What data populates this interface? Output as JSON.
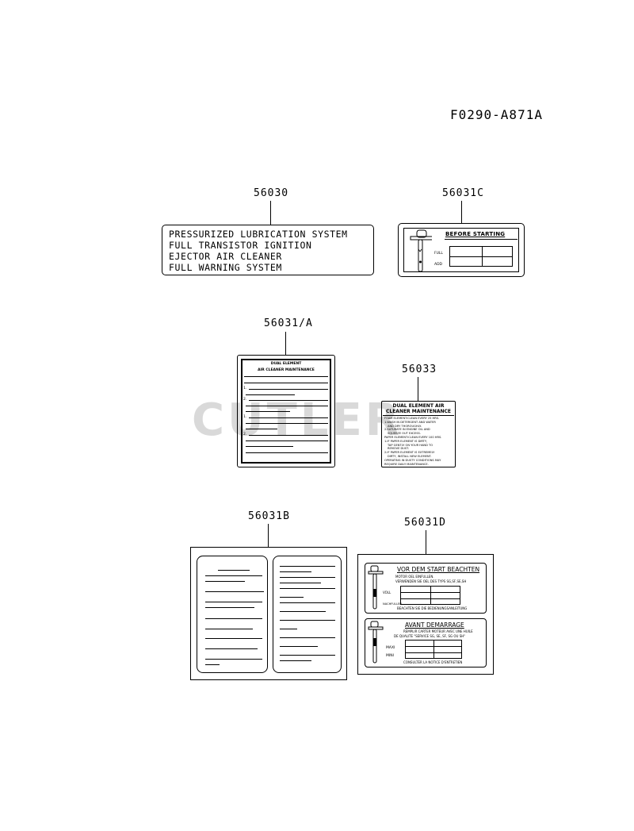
{
  "figure_code": "F0290-A871A",
  "watermark": "CUTLER",
  "labels": {
    "56030": {
      "part_no": "56030",
      "lines": [
        "PRESSURIZED LUBRICATION SYSTEM",
        "FULL TRANSISTOR IGNITION",
        "EJECTOR AIR CLEANER",
        "FULL WARNING SYSTEM"
      ]
    },
    "56031C": {
      "part_no": "56031C",
      "title": "BEFORE STARTING",
      "full": "FULL",
      "add": "ADD"
    },
    "56031A": {
      "part_no": "56031/A",
      "title1": "DUAL ELEMENT",
      "title2": "AIR CLEANER MAINTENANCE",
      "steps": [
        "1.",
        "2.",
        "1.",
        "2."
      ]
    },
    "56033": {
      "part_no": "56033",
      "title1": "DUAL ELEMENT AIR",
      "title2": "CLEANER MAINTENANCE",
      "lines": [
        "FOAM ELEMENT:CLEAN EVERY 25 HRS.",
        "1.WASH IN DETERGENT AND WATER",
        "AND DRY THOROUGHLY.",
        "2.SATURATE IN ENGINE OIL AND",
        "SQUEEZE OUT EXCESS.",
        "PAPER ELEMENT:CLEAN EVERY 100 HRS.",
        "1.IF PAPER ELEMENT IS DIRTY,",
        "TAP GENTLY ON YOUR HAND TO",
        "REMOVE DUST.",
        "2.IF PAPER ELEMENT IS EXTREMELY",
        "DIRTY, INSTALL NEW ELEMENT.",
        "OPERATING IN DUSTY CONDITIONS MAY",
        "REQUIRE DAILY MAINTENANCE."
      ]
    },
    "56031B": {
      "part_no": "56031B"
    },
    "56031D": {
      "part_no": "56031D",
      "de_title": "VOR DEM START BEACHTEN",
      "de_line1": "MOTOR OEL EINFULLEN.",
      "de_line2": "VERWENDEN SIE OEL DES TYPS SG,SF,SE,SH",
      "de_voll": "VOLL",
      "de_nachfullen": "NACHFULLEN",
      "de_footer": "BEACHTEN SIE DIE BEDIENUNGSANLEITUNG",
      "fr_title": "AVANT DEMARRAGE",
      "fr_line1": "REMPLIR CARTER MOTEUR AVEC UNE HUILE",
      "fr_line2": "DE QUALITE \"SERVICE SG, SE, SF, SG OU SH\"",
      "fr_maxi": "MAXI",
      "fr_mini": "MINI",
      "fr_footer": "CONSULTER LA NOTICE D'ENTRETIEN"
    }
  }
}
